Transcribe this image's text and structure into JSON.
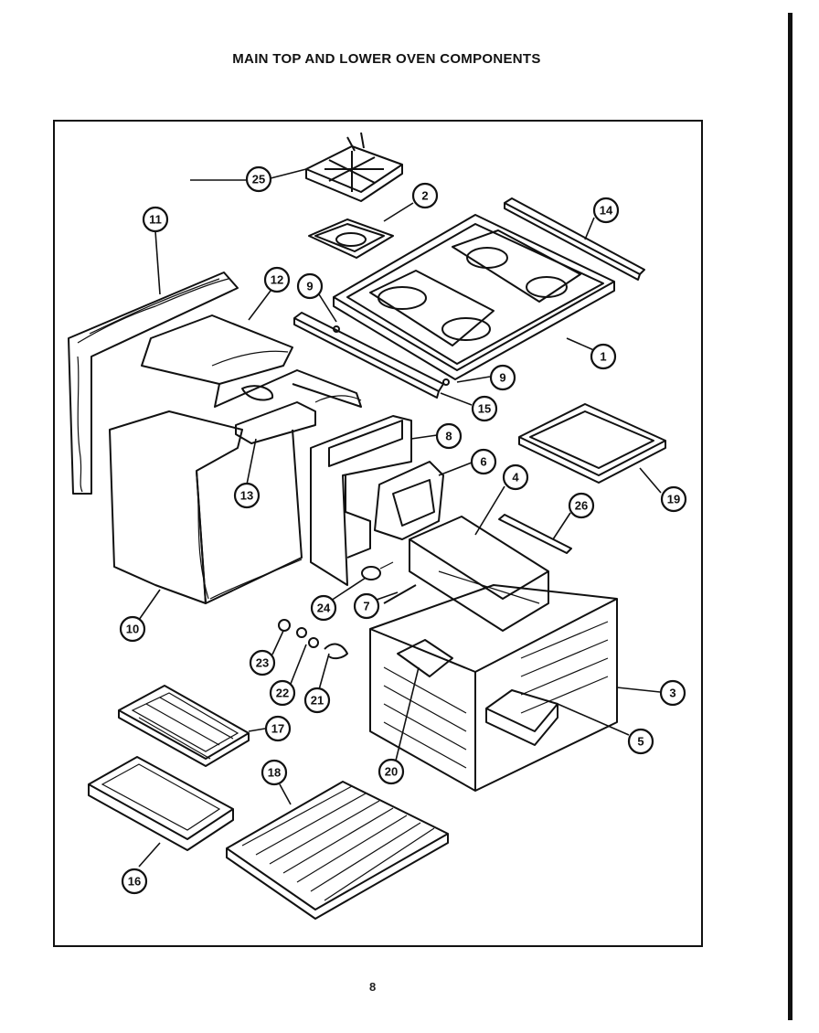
{
  "title": "MAIN TOP AND LOWER OVEN COMPONENTS",
  "page_number": "8",
  "callouts": [
    "25",
    "2",
    "14",
    "11",
    "12",
    "9",
    "1",
    "9",
    "15",
    "8",
    "19",
    "13",
    "6",
    "4",
    "26",
    "10",
    "24",
    "7",
    "23",
    "22",
    "21",
    "3",
    "17",
    "5",
    "20",
    "18",
    "16"
  ]
}
